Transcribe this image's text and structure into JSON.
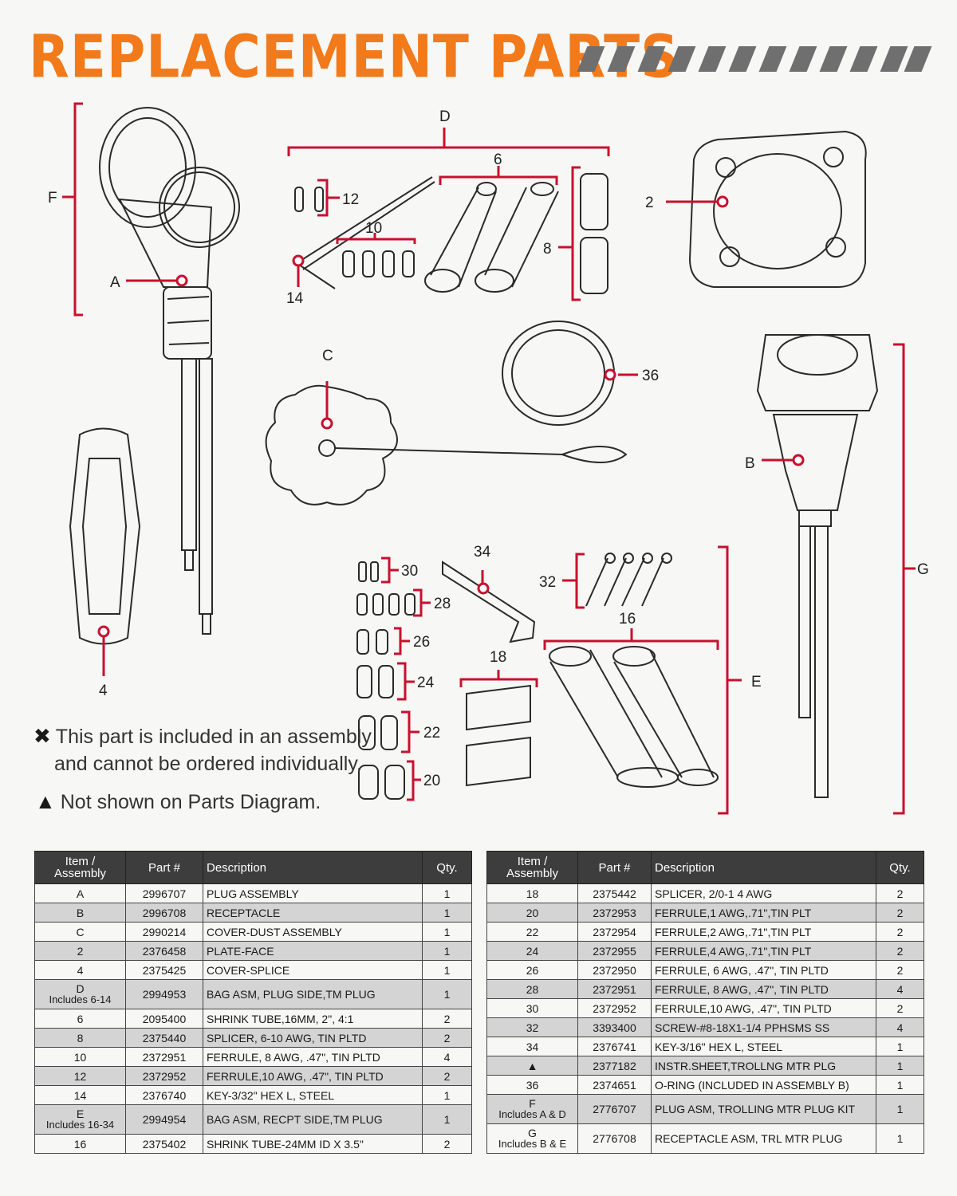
{
  "title": "REPLACEMENT PARTS",
  "labels": {
    "A": "A",
    "B": "B",
    "C": "C",
    "D": "D",
    "E": "E",
    "F": "F",
    "G": "G",
    "n2": "2",
    "n4": "4",
    "n6": "6",
    "n8": "8",
    "n10": "10",
    "n12": "12",
    "n14": "14",
    "n16": "16",
    "n18": "18",
    "n20": "20",
    "n22": "22",
    "n24": "24",
    "n26": "26",
    "n28": "28",
    "n30": "30",
    "n32": "32",
    "n34": "34",
    "n36": "36"
  },
  "notes": {
    "assembly_mark": "✖",
    "assembly_line1": "This part is included in an assembly",
    "assembly_line2": "and cannot be ordered individually.",
    "not_shown_mark": "▲",
    "not_shown": "Not shown on Parts Diagram."
  },
  "table_headers": {
    "item": "Item /",
    "item2": "Assembly",
    "part": "Part #",
    "desc": "Description",
    "qty": "Qty."
  },
  "left_rows": [
    {
      "item": "A",
      "item2": "",
      "part": "2996707",
      "desc": "PLUG ASSEMBLY",
      "qty": "1"
    },
    {
      "item": "B",
      "item2": "",
      "part": "2996708",
      "desc": "RECEPTACLE",
      "qty": "1"
    },
    {
      "item": "C",
      "item2": "",
      "part": "2990214",
      "desc": "COVER-DUST ASSEMBLY",
      "qty": "1"
    },
    {
      "item": "2",
      "item2": "",
      "part": "2376458",
      "desc": "PLATE-FACE",
      "qty": "1"
    },
    {
      "item": "4",
      "item2": "",
      "part": "2375425",
      "desc": "COVER-SPLICE",
      "qty": "1"
    },
    {
      "item": "D",
      "item2": "Includes 6-14",
      "part": "2994953",
      "desc": "BAG ASM, PLUG SIDE,TM PLUG",
      "qty": "1"
    },
    {
      "item": "6",
      "item2": "",
      "part": "2095400",
      "desc": "SHRINK TUBE,16MM, 2\", 4:1",
      "qty": "2"
    },
    {
      "item": "8",
      "item2": "",
      "part": "2375440",
      "desc": "SPLICER, 6-10 AWG, TIN PLTD",
      "qty": "2"
    },
    {
      "item": "10",
      "item2": "",
      "part": "2372951",
      "desc": "FERRULE, 8 AWG, .47\", TIN PLTD",
      "qty": "4"
    },
    {
      "item": "12",
      "item2": "",
      "part": "2372952",
      "desc": "FERRULE,10 AWG, .47\", TIN PLTD",
      "qty": "2"
    },
    {
      "item": "14",
      "item2": "",
      "part": "2376740",
      "desc": "KEY-3/32\" HEX L, STEEL",
      "qty": "1"
    },
    {
      "item": "E",
      "item2": "Includes 16-34",
      "part": "2994954",
      "desc": "BAG ASM, RECPT SIDE,TM PLUG",
      "qty": "1"
    },
    {
      "item": "16",
      "item2": "",
      "part": "2375402",
      "desc": "SHRINK TUBE-24MM ID X 3.5\"",
      "qty": "2"
    }
  ],
  "right_rows": [
    {
      "item": "18",
      "item2": "",
      "part": "2375442",
      "desc": "SPLICER, 2/0-1 4 AWG",
      "qty": "2"
    },
    {
      "item": "20",
      "item2": "",
      "part": "2372953",
      "desc": "FERRULE,1 AWG,.71\",TIN PLT",
      "qty": "2"
    },
    {
      "item": "22",
      "item2": "",
      "part": "2372954",
      "desc": "FERRULE,2 AWG,.71\",TIN PLT",
      "qty": "2"
    },
    {
      "item": "24",
      "item2": "",
      "part": "2372955",
      "desc": "FERRULE,4 AWG,.71\",TIN PLT",
      "qty": "2"
    },
    {
      "item": "26",
      "item2": "",
      "part": "2372950",
      "desc": "FERRULE, 6 AWG, .47\", TIN PLTD",
      "qty": "2"
    },
    {
      "item": "28",
      "item2": "",
      "part": "2372951",
      "desc": "FERRULE, 8 AWG, .47\", TIN PLTD",
      "qty": "4"
    },
    {
      "item": "30",
      "item2": "",
      "part": "2372952",
      "desc": "FERRULE,10 AWG, .47\", TIN PLTD",
      "qty": "2"
    },
    {
      "item": "32",
      "item2": "",
      "part": "3393400",
      "desc": "SCREW-#8-18X1-1/4 PPHSMS SS",
      "qty": "4"
    },
    {
      "item": "34",
      "item2": "",
      "part": "2376741",
      "desc": "KEY-3/16\" HEX L, STEEL",
      "qty": "1"
    },
    {
      "item": "▲",
      "item2": "",
      "part": "2377182",
      "desc": "INSTR.SHEET,TROLLNG MTR PLG",
      "qty": "1"
    },
    {
      "item": "36",
      "item2": "",
      "part": "2374651",
      "desc": "O-RING (INCLUDED IN ASSEMBLY B)",
      "qty": "1"
    },
    {
      "item": "F",
      "item2": "Includes A & D",
      "part": "2776707",
      "desc": "PLUG ASM, TROLLING MTR PLUG KIT",
      "qty": "1"
    },
    {
      "item": "G",
      "item2": "Includes B & E",
      "part": "2776708",
      "desc": "RECEPTACLE ASM, TRL MTR PLUG",
      "qty": "1"
    }
  ],
  "colors": {
    "title": "#f27a1a",
    "callout": "#c8102e",
    "header_bg": "#3d3d3d",
    "alt_row": "#d4d4d4"
  }
}
